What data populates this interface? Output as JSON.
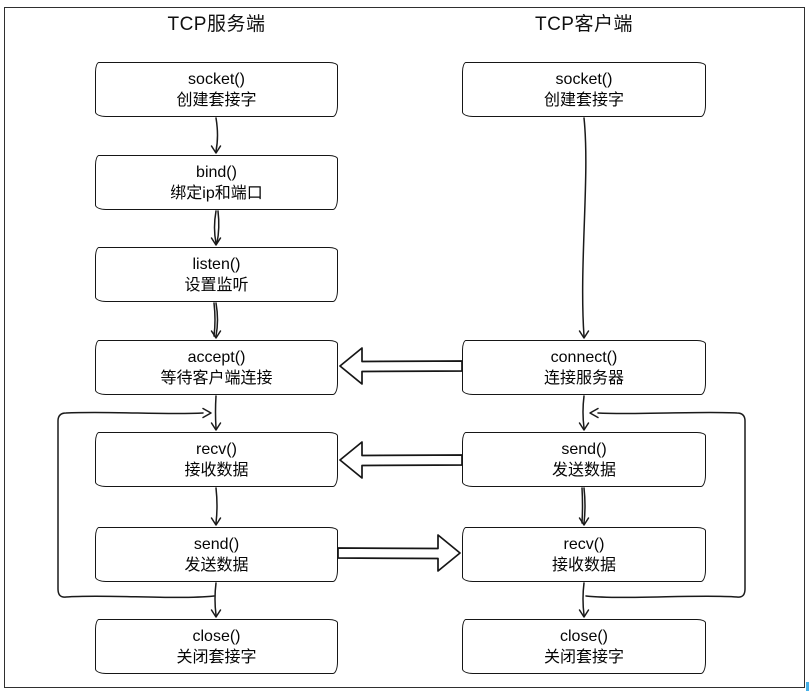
{
  "page": {
    "background": "#ffffff",
    "frame_color": "#2f2f2f",
    "stroke_color": "#1a1a1a",
    "box_fill": "#ffffff",
    "cursor_artifact_color": "#45b1e8"
  },
  "diagram": {
    "type": "flowchart",
    "style": "hand-drawn sketch, black on white",
    "columns": {
      "server": {
        "title": "TCP服务端",
        "nodes": [
          {
            "func": "socket()",
            "desc": "创建套接字"
          },
          {
            "func": "bind()",
            "desc": "绑定ip和端口"
          },
          {
            "func": "listen()",
            "desc": "设置监听"
          },
          {
            "func": "accept()",
            "desc": "等待客户端连接"
          },
          {
            "func": "recv()",
            "desc": "接收数据"
          },
          {
            "func": "send()",
            "desc": "发送数据"
          },
          {
            "func": "close()",
            "desc": "关闭套接字"
          }
        ]
      },
      "client": {
        "title": "TCP客户端",
        "nodes": [
          {
            "func": "socket()",
            "desc": "创建套接字"
          },
          {
            "func": "connect()",
            "desc": "连接服务器"
          },
          {
            "func": "send()",
            "desc": "发送数据"
          },
          {
            "func": "recv()",
            "desc": "接收数据"
          },
          {
            "func": "close()",
            "desc": "关闭套接字"
          }
        ]
      }
    },
    "connections": [
      "server.socket -> server.bind",
      "server.bind -> server.listen",
      "server.listen -> server.accept",
      "server.accept -> server.recv",
      "server.recv -> server.send",
      "server.send -> server.close",
      "server.send loop back to server.recv",
      "client.socket -> client.connect",
      "client.connect -> client.send",
      "client.send -> client.recv",
      "client.recv -> client.close",
      "client.recv loop back to client.send",
      "client.connect => server.accept (hollow arrow)",
      "client.send => server.recv (hollow arrow)",
      "server.send => client.recv (hollow arrow)"
    ]
  }
}
